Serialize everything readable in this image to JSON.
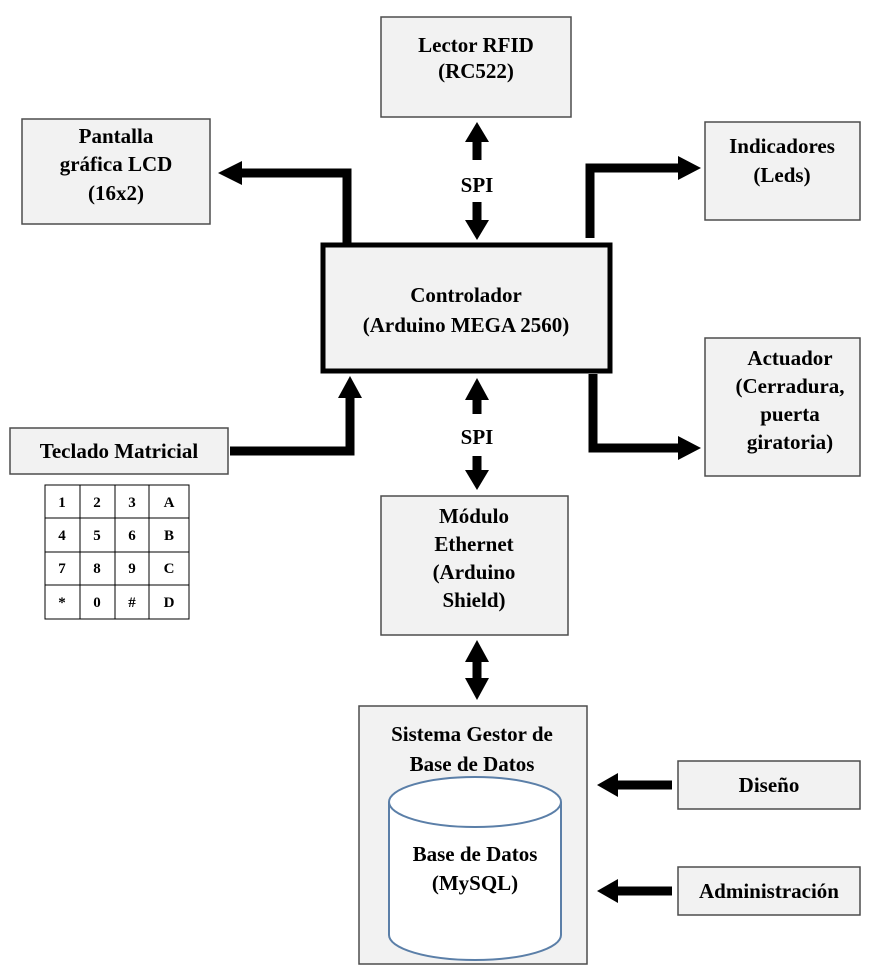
{
  "lector_rfid": {
    "line1": "Lector RFID",
    "line2": "(RC522)"
  },
  "pantalla": {
    "line1": "Pantalla",
    "line2": "gráfica LCD",
    "line3": "(16x2)"
  },
  "indicadores": {
    "line1": "Indicadores",
    "line2": "(Leds)"
  },
  "controlador": {
    "line1": "Controlador",
    "line2": "(Arduino MEGA 2560)"
  },
  "actuador": {
    "line1": "Actuador",
    "line2": "(Cerradura,",
    "line3": "puerta",
    "line4": "giratoria)"
  },
  "teclado": {
    "label": "Teclado Matricial"
  },
  "keypad": {
    "rows": [
      [
        "1",
        "2",
        "3",
        "A"
      ],
      [
        "4",
        "5",
        "6",
        "B"
      ],
      [
        "7",
        "8",
        "9",
        "C"
      ],
      [
        "*",
        "0",
        "#",
        "D"
      ]
    ]
  },
  "spi_top": "SPI",
  "spi_bottom": "SPI",
  "ethernet": {
    "line1": "Módulo",
    "line2": "Ethernet",
    "line3": "(Arduino",
    "line4": "Shield)"
  },
  "sgbd": {
    "line1": "Sistema Gestor de",
    "line2": "Base de Datos"
  },
  "database": {
    "line1": "Base de Datos",
    "line2": "(MySQL)"
  },
  "diseno": {
    "label": "Diseño"
  },
  "administracion": {
    "label": "Administración"
  }
}
